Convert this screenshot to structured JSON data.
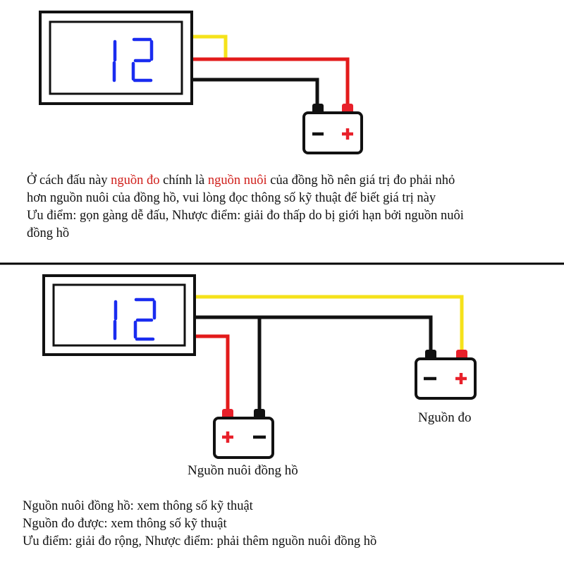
{
  "colors": {
    "wire_red": "#e31b1b",
    "wire_black": "#111111",
    "wire_yellow": "#f5e21a",
    "digit_blue": "#1a2cf0",
    "terminal_red": "#e8202a",
    "highlight_red": "#d0201c",
    "divider": "#000000"
  },
  "top": {
    "display": {
      "digits": "12"
    },
    "battery": {
      "minus": "−",
      "plus": "+"
    },
    "desc": {
      "line1": {
        "a": "Ở cách đấu này ",
        "b": "nguồn đo",
        "c": " chính là ",
        "d": "nguồn nuôi",
        "e": " của đồng hồ nên giá trị đo phải nhỏ"
      },
      "line2": "hơn nguồn nuôi của đồng hồ, vui lòng đọc thông số kỹ thuật để biết giá trị này",
      "line3": "Ưu điểm: gọn gàng dễ đấu, Nhược điểm: giải đo thấp do bị giới hạn bởi nguồn nuôi",
      "line4": "đồng hồ"
    }
  },
  "bottom": {
    "display": {
      "digits": "12"
    },
    "supply_battery": {
      "plus": "+",
      "minus": "−",
      "label": "Nguồn nuôi đồng hồ"
    },
    "measure_battery": {
      "minus": "−",
      "plus": "+",
      "label": "Nguồn đo"
    },
    "notes": {
      "line1": "Nguồn nuôi đồng hồ: xem thông số kỹ thuật",
      "line2": "Nguồn đo được: xem thông số kỹ thuật",
      "line3": "Ưu điểm: giải đo rộng, Nhược điểm: phải thêm nguồn nuôi đồng hồ"
    }
  }
}
